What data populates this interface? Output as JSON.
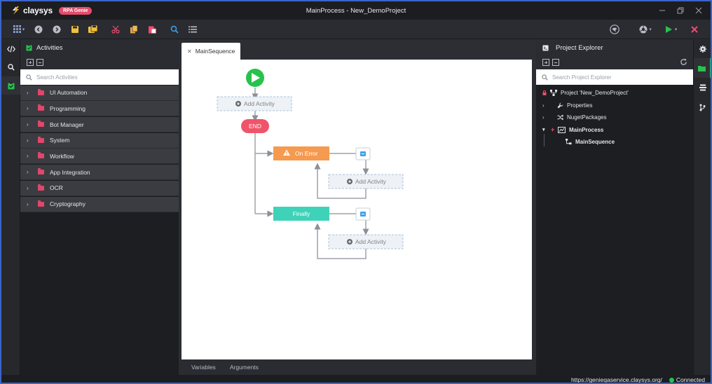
{
  "app": {
    "brand": "claysys",
    "badge": "RPA Genie",
    "window_title": "MainProcess - New_DemoProject"
  },
  "toolbar": {
    "buttons": [
      "apps-icon",
      "back-icon",
      "forward-icon",
      "save-icon",
      "save-all-icon",
      "cut-icon",
      "copy-icon",
      "paste-icon",
      "search-icon",
      "list-icon"
    ],
    "right_buttons": [
      "recorder-icon",
      "browser-icon",
      "run-icon",
      "close-icon"
    ]
  },
  "activities": {
    "title": "Activities",
    "search_placeholder": "Search Activities",
    "categories": [
      "UI Automation",
      "Programming",
      "Bot Manager",
      "System",
      "Workflow",
      "App Integration",
      "OCR",
      "Cryptography"
    ]
  },
  "designer": {
    "tab_label": "MainSequence",
    "flow": {
      "add_activity_1": "Add Activity",
      "end_label": "END",
      "on_error_label": "On Error",
      "add_activity_2": "Add Activity",
      "finally_label": "Finally",
      "add_activity_3": "Add Activity"
    },
    "bottom_tabs": [
      "Variables",
      "Arguments"
    ]
  },
  "explorer": {
    "title": "Project Explorer",
    "search_placeholder": "Search Project Explorer",
    "tree": {
      "project": "Project 'New_DemoProject'",
      "properties": "Properties",
      "nuget": "NugetPackages",
      "process": "MainProcess",
      "sequence": "MainSequence"
    }
  },
  "status": {
    "url": "https://genieqaservice.claysys.org/",
    "connection": "Connected"
  },
  "colors": {
    "accent_green": "#27c24c",
    "brand_pink": "#e54b6b",
    "error_orange": "#f59a4f",
    "finally_teal": "#3ed3b8",
    "end_red": "#f0546a"
  }
}
